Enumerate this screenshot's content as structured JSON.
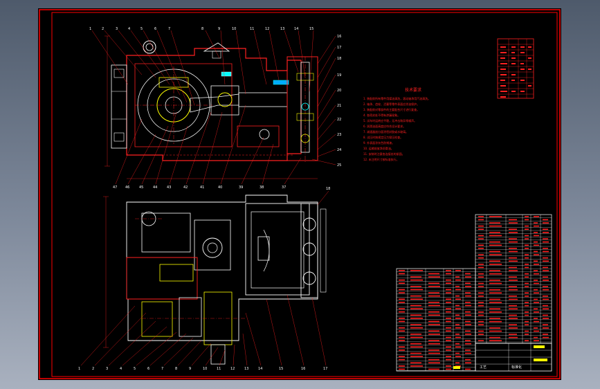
{
  "drawing": {
    "title_block_labels": [
      "工艺",
      "标准化"
    ],
    "tech_notes_title": "技术要求",
    "tech_notes_lines": [
      "1. 装配前所有零件用煤油清洗，滚动轴承用汽油清洗。",
      "2. 轴承、齿轮、活塞等零件表面应涂油保护。",
      "3. 装配前对零部件的主要配合尺寸进行复查。",
      "4. 各密封处不得有渗漏现象。",
      "5. 试车时运转应平稳，无冲击和异常噪声。",
      "6. 润滑油面高度应符合设计要求。",
      "7. 减速器剖分面涂密封胶或水玻璃。",
      "8. 试压时按规定压力保压检查。",
      "9. 外表面涂灰色防锈漆。",
      "10. 运输前放净润滑油。",
      "11. 安装时注意各连接处的紧固。",
      "12. 未注明尺寸按标准执行。"
    ],
    "colors": {
      "frame": "#ff0000",
      "outline": "#ff2020",
      "body": "#ffffff",
      "detail": "#ffff00",
      "accent": "#00ffff",
      "highlight": "#00aaff",
      "background": "#000000"
    }
  }
}
